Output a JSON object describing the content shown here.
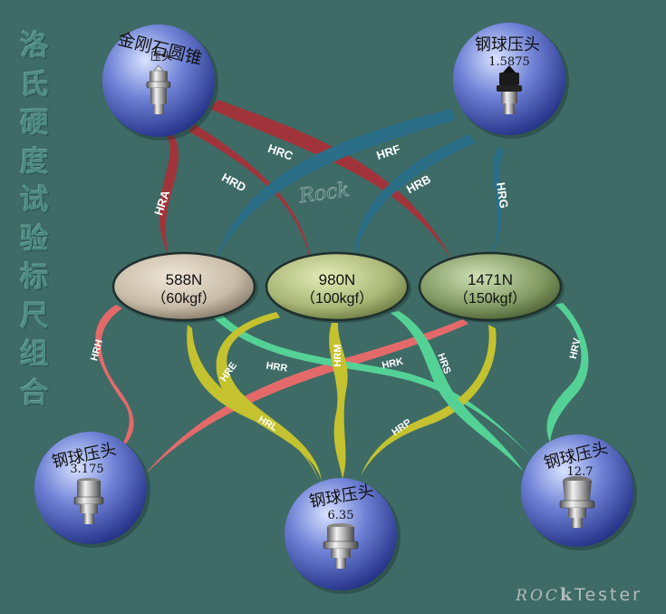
{
  "title_chars": [
    "洛",
    "氏",
    "硬",
    "度",
    "试",
    "验",
    "标",
    "尺",
    "组",
    "合"
  ],
  "indenters": {
    "diamond": {
      "line1": "金刚石圆锥",
      "line2": "压头"
    },
    "ball_1_5875": {
      "line1": "钢球压头",
      "line2": "1.5875"
    },
    "ball_3_175": {
      "line1": "钢球压头",
      "line2": "3.175"
    },
    "ball_6_35": {
      "line1": "钢球压头",
      "line2": "6.35"
    },
    "ball_12_7": {
      "line1": "钢球压头",
      "line2": "12.7"
    }
  },
  "loads": {
    "load_588": {
      "line1": "588N",
      "line2": "（60kgf）"
    },
    "load_980": {
      "line1": "980N",
      "line2": "（100kgf）"
    },
    "load_1471": {
      "line1": "1471N",
      "line2": "（150kgf）"
    }
  },
  "scales": {
    "hra": "HRA",
    "hrc": "HRC",
    "hrd": "HRD",
    "hrf": "HRF",
    "hrb": "HRB",
    "hrg": "HRG",
    "hrh": "HRH",
    "hre": "HRE",
    "hrr": "HRR",
    "hrl": "HRL",
    "hrm": "HRM",
    "hrk": "HRK",
    "hrs": "HRS",
    "hrp": "HRP",
    "hrv": "HRV"
  },
  "colors": {
    "background": "#3e6b66",
    "diamond_group": "#a1343a",
    "ball_1_5875_group": "#2a6e88",
    "ball_3_175_group": "#e46a6a",
    "ball_6_35_group": "#c4c22e",
    "ball_12_7_group": "#54d296"
  },
  "watermark": "Rock",
  "brand": {
    "part1": "ROC",
    "part2": "k",
    "part3": "Tester"
  }
}
